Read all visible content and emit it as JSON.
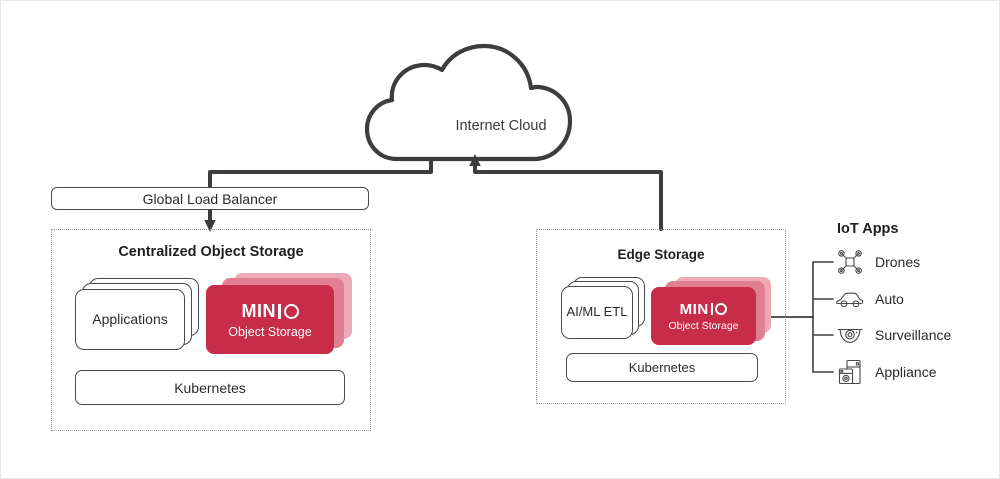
{
  "diagram": {
    "cloud": {
      "label": "Internet Cloud",
      "icon": "cloud-icon"
    },
    "load_balancer": {
      "label": "Global Load Balancer"
    },
    "regions": [
      {
        "id": "central",
        "title": "Centralized Object Storage",
        "apps_card": "Applications",
        "platform_card": "Kubernetes",
        "minio": {
          "wordmark_min": "MIN",
          "wordmark_i": "I",
          "wordmark_o": "O",
          "subtitle": "Object Storage"
        }
      },
      {
        "id": "edge",
        "title": "Edge Storage",
        "apps_card": "AI/ML\nETL",
        "platform_card": "Kubernetes",
        "minio": {
          "wordmark_min": "MIN",
          "wordmark_i": "I",
          "wordmark_o": "O",
          "subtitle": "Object Storage"
        }
      }
    ],
    "iot": {
      "title": "IoT Apps",
      "items": [
        {
          "label": "Drones",
          "icon": "drone-icon"
        },
        {
          "label": "Auto",
          "icon": "car-icon"
        },
        {
          "label": "Surveillance",
          "icon": "dome-camera-icon"
        },
        {
          "label": "Appliance",
          "icon": "washing-machine-icon"
        }
      ]
    },
    "colors": {
      "minio_red": "#C72C48",
      "minio_red_mid": "#DF7F91",
      "minio_red_light": "#ECAAB6",
      "line": "#3D3D3D",
      "region_border": "#9A9A9A",
      "text": "#2B2B2B"
    }
  }
}
